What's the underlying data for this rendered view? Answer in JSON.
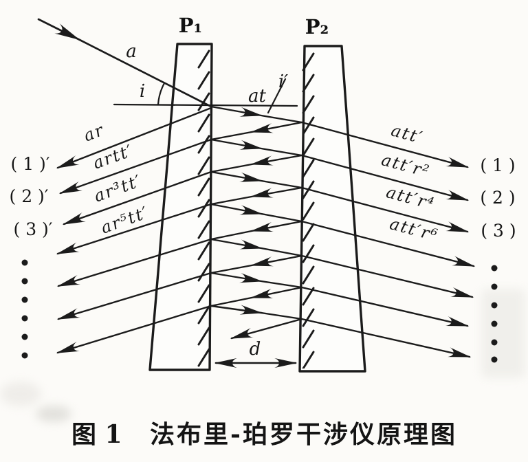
{
  "diagram": {
    "plate1": "P₁",
    "plate2": "P₂",
    "incident_ray": "a",
    "angle_incidence": "i",
    "angle_refraction": "i′",
    "internal_ray": "at",
    "plate_gap": "d",
    "left_rays": [
      "ar",
      "artt′",
      "ar³tt′",
      "ar⁵tt′"
    ],
    "right_rays": [
      "att′",
      "att′r²",
      "att′r⁴",
      "att′r⁶"
    ],
    "left_orders": [
      "( 1 )′",
      "( 2 )′",
      "( 3 )′"
    ],
    "right_orders": [
      "( 1 )",
      "( 2 )",
      "( 3 )"
    ]
  },
  "caption": {
    "figure_number": "图 1",
    "title": "法布里-珀罗干涉仪原理图"
  },
  "colors": {
    "ink": "#1b1b1b",
    "paper": "#fcfbf8"
  }
}
